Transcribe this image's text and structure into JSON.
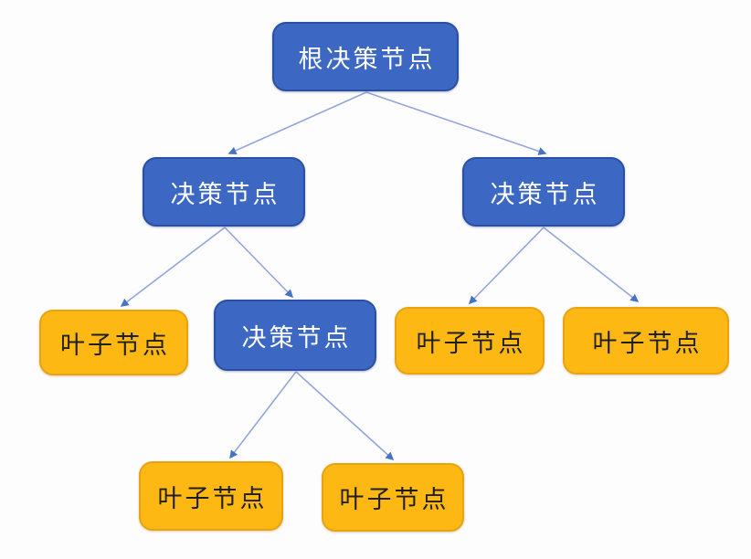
{
  "diagram": {
    "type": "tree",
    "language": "zh-CN",
    "colors": {
      "background": "#fdfdfe",
      "decision_fill": "#3c68c4",
      "decision_border": "#2b4fa2",
      "decision_text": "#ffffff",
      "leaf_fill": "#fdb814",
      "leaf_border": "#e7a312",
      "leaf_text": "#1f1f1f",
      "edge_line": "#93a5da",
      "edge_arrow": "#4472c4"
    },
    "nodes": [
      {
        "id": "root",
        "label": "根决策节点",
        "type": "decision",
        "level": 1
      },
      {
        "id": "d1",
        "label": "决策节点",
        "type": "decision",
        "level": 2
      },
      {
        "id": "d2",
        "label": "决策节点",
        "type": "decision",
        "level": 2
      },
      {
        "id": "leaf1",
        "label": "叶子节点",
        "type": "leaf",
        "level": 3
      },
      {
        "id": "d3",
        "label": "决策节点",
        "type": "decision",
        "level": 3
      },
      {
        "id": "leaf2",
        "label": "叶子节点",
        "type": "leaf",
        "level": 3
      },
      {
        "id": "leaf3",
        "label": "叶子节点",
        "type": "leaf",
        "level": 3
      },
      {
        "id": "leaf4",
        "label": "叶子节点",
        "type": "leaf",
        "level": 4
      },
      {
        "id": "leaf5",
        "label": "叶子节点",
        "type": "leaf",
        "level": 4
      }
    ],
    "edges": [
      {
        "from": "root",
        "to": "d1"
      },
      {
        "from": "root",
        "to": "d2"
      },
      {
        "from": "d1",
        "to": "leaf1"
      },
      {
        "from": "d1",
        "to": "d3"
      },
      {
        "from": "d2",
        "to": "leaf2"
      },
      {
        "from": "d2",
        "to": "leaf3"
      },
      {
        "from": "d3",
        "to": "leaf4"
      },
      {
        "from": "d3",
        "to": "leaf5"
      }
    ]
  }
}
